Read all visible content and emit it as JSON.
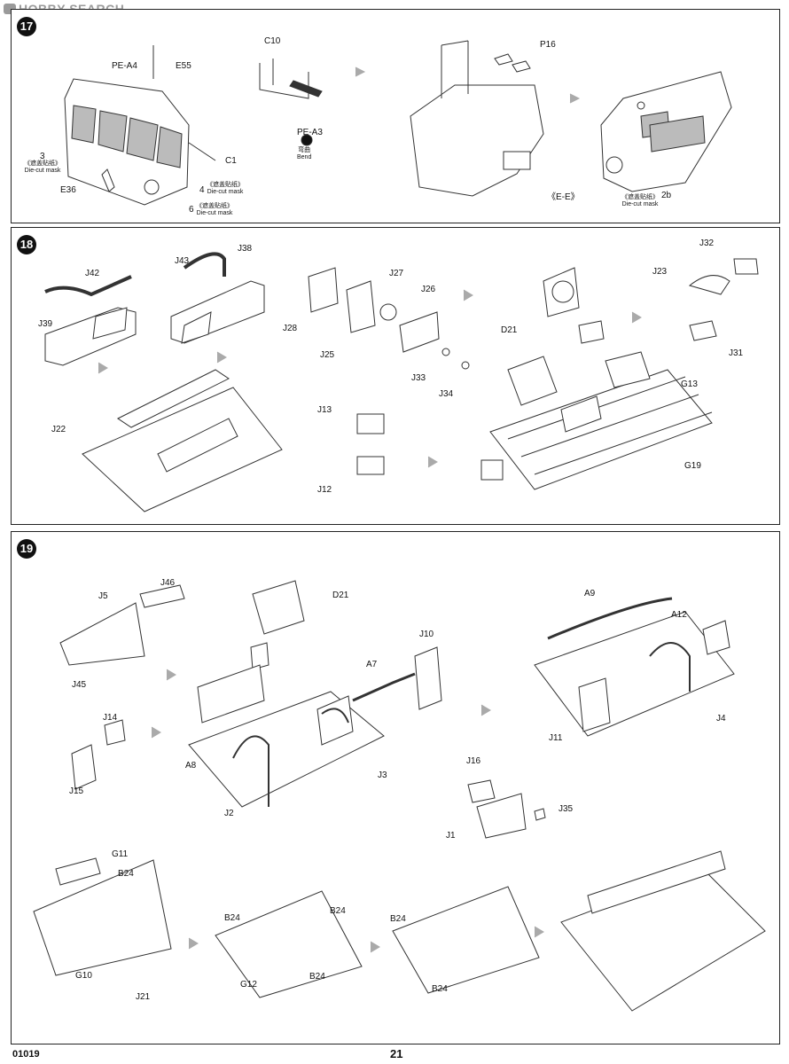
{
  "watermark": "HOBBY SEARCH",
  "steps": [
    {
      "number": "17"
    },
    {
      "number": "18"
    },
    {
      "number": "19"
    }
  ],
  "step17": {
    "labels": [
      "PE-A4",
      "E55",
      "C1",
      "E36",
      "C10",
      "PE-A3",
      "P16",
      "2b"
    ],
    "notes": {
      "mask_cn": "《遮盖贴纸》",
      "mask_en": "Die-cut mask",
      "bend_cn": "弯曲",
      "bend_en": "Bend",
      "ee": "《E-E》"
    },
    "mask_numbers": [
      "3",
      "4",
      "6"
    ]
  },
  "step18": {
    "labels": [
      "J42",
      "J43",
      "J38",
      "J39",
      "J22",
      "J28",
      "J27",
      "J26",
      "J25",
      "J33",
      "J34",
      "J13",
      "J12",
      "D21",
      "J32",
      "J23",
      "J31",
      "G13",
      "G19"
    ]
  },
  "step19": {
    "labels": [
      "J5",
      "J46",
      "J45",
      "J14",
      "J15",
      "D21",
      "A7",
      "J10",
      "A8",
      "J3",
      "J2",
      "A9",
      "A12",
      "J4",
      "J11",
      "J16",
      "J35",
      "J1",
      "G11",
      "B24",
      "G10",
      "J21",
      "G12"
    ]
  },
  "footer": {
    "code": "01019",
    "page": "21"
  }
}
